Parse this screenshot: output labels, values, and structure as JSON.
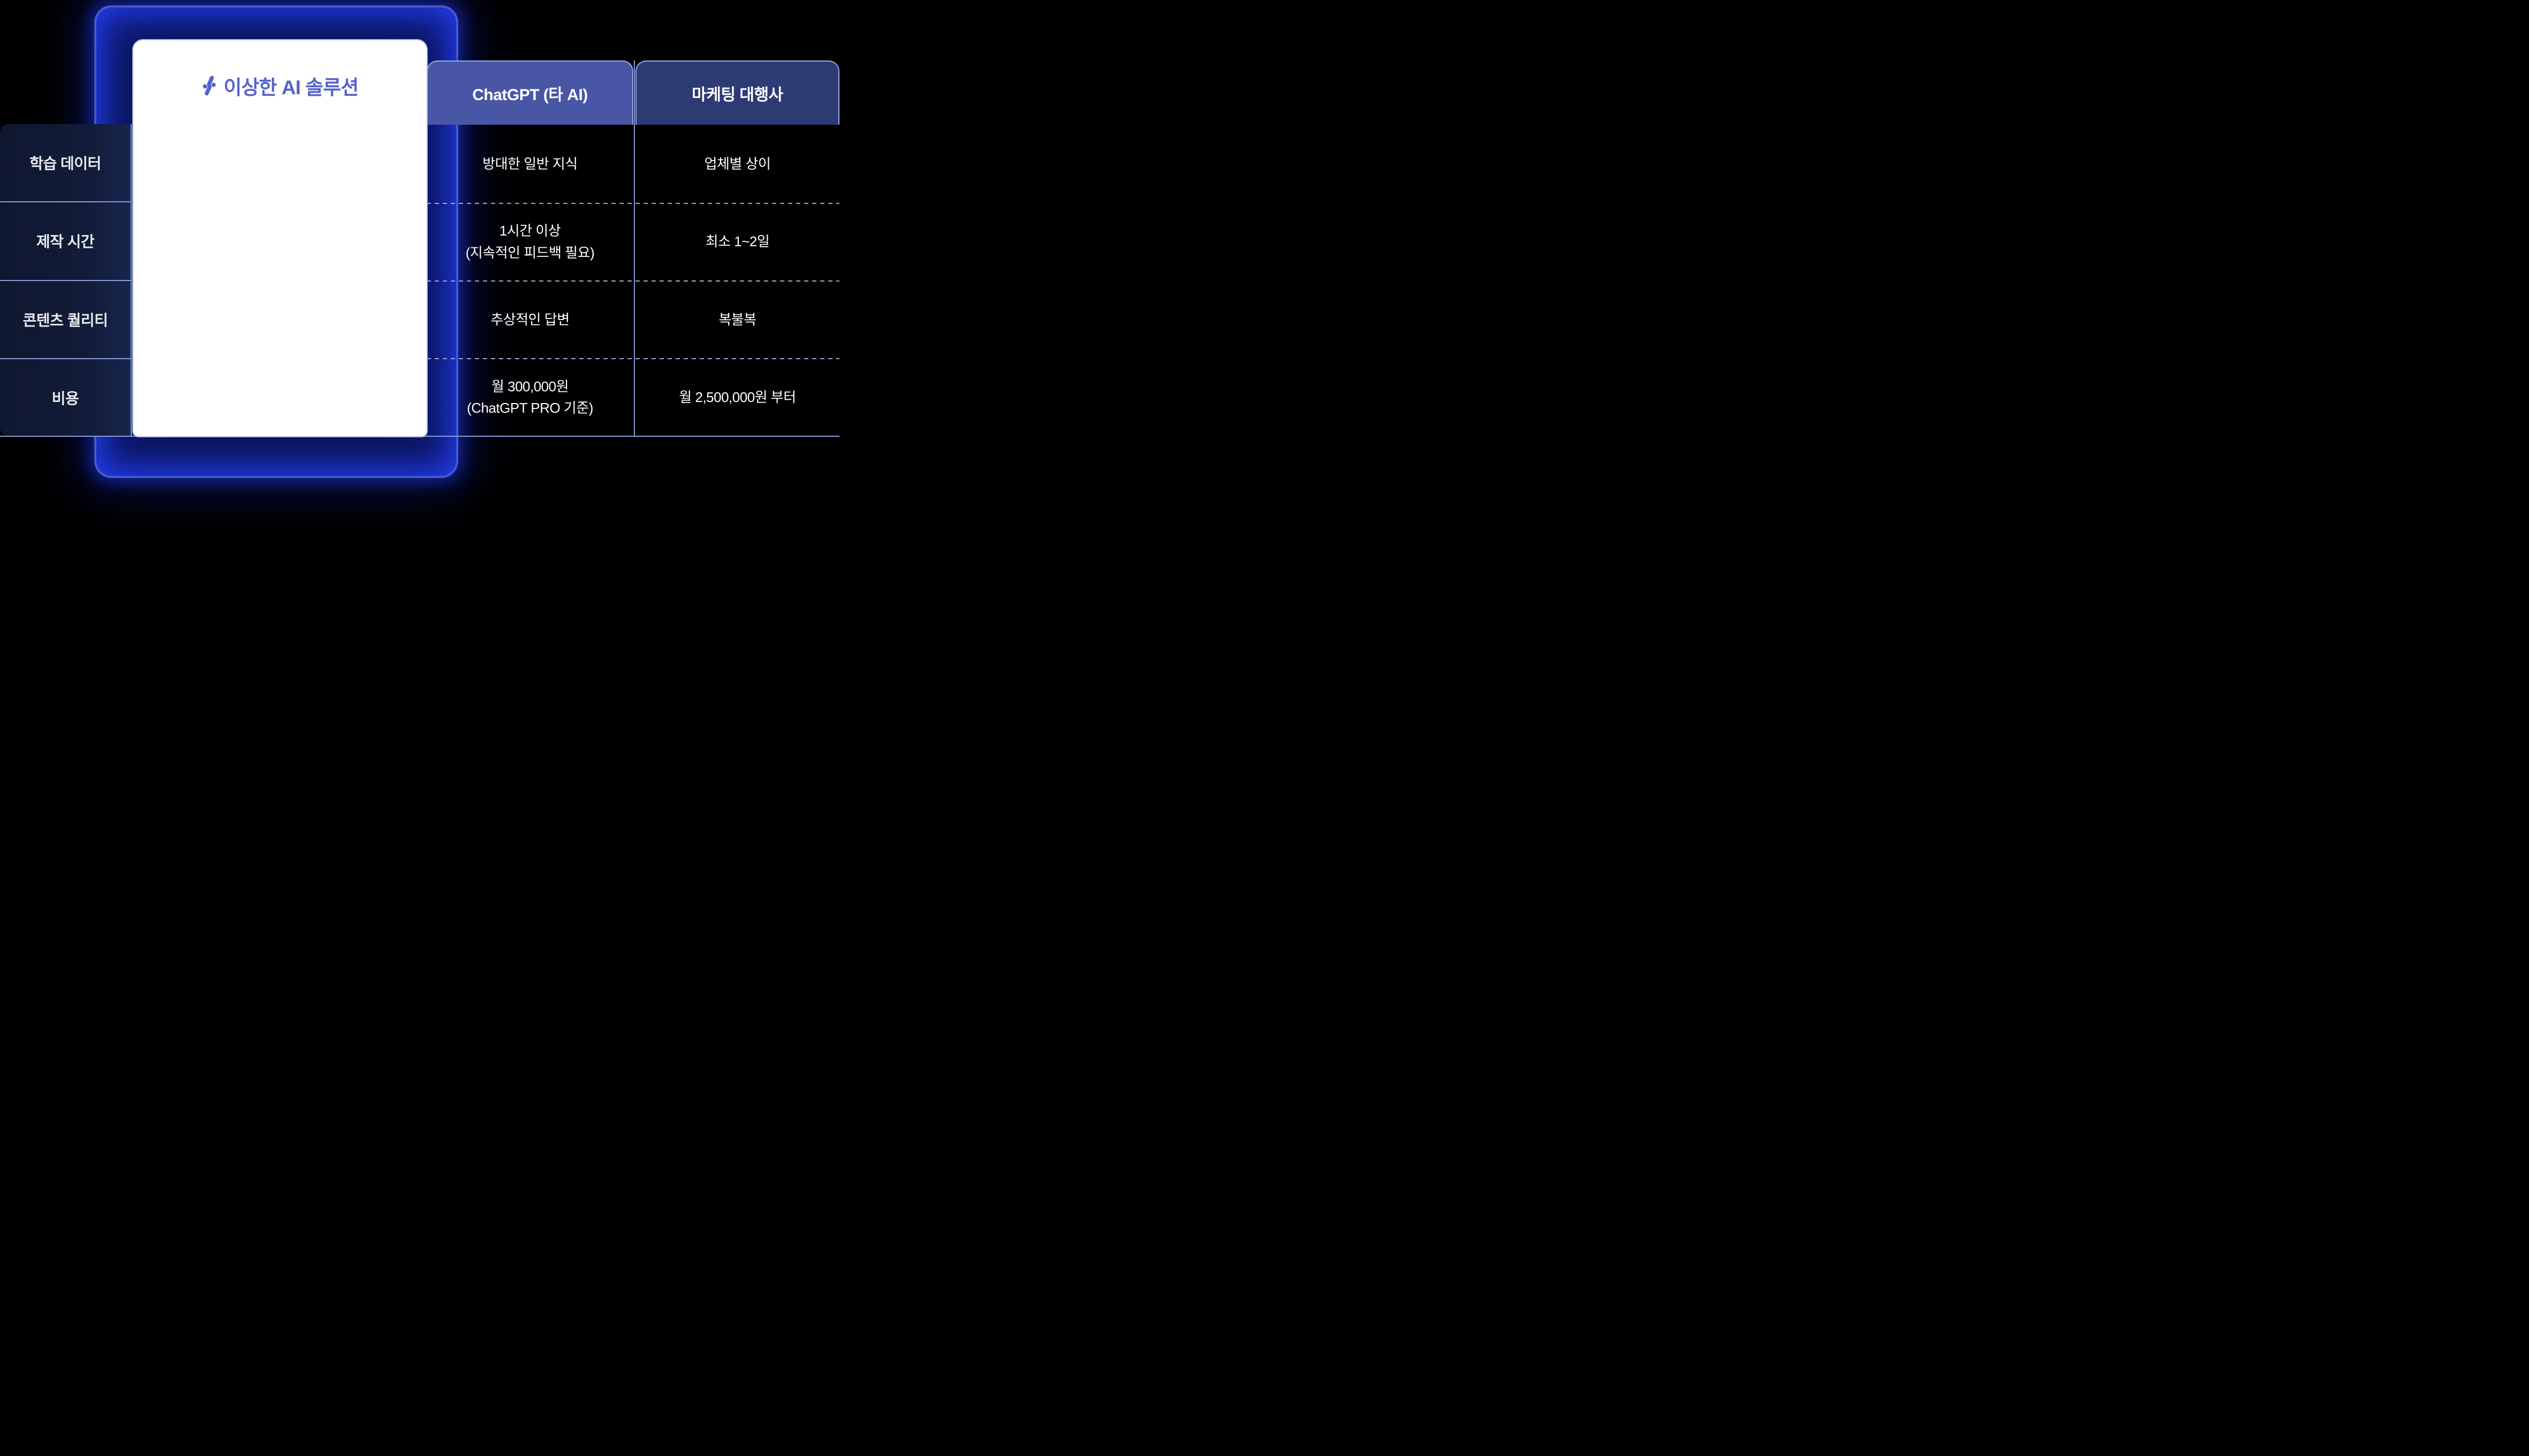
{
  "brand": {
    "logo_text": "이상한 AI 솔루션",
    "logo_color": "#5663CF"
  },
  "table": {
    "columns": [
      {
        "label": "ChatGPT (타 AI)"
      },
      {
        "label": "마케팅 대행사"
      }
    ],
    "rows": [
      {
        "label": "학습 데이터",
        "cells": {
          "chatgpt": {
            "line1": "방대한 일반 지식",
            "line2": ""
          },
          "agency": {
            "line1": "업체별 상이",
            "line2": ""
          }
        }
      },
      {
        "label": "제작 시간",
        "cells": {
          "chatgpt": {
            "line1": "1시간 이상",
            "line2": "(지속적인 피드백 필요)"
          },
          "agency": {
            "line1": "최소 1~2일",
            "line2": ""
          }
        }
      },
      {
        "label": "콘텐츠 퀄리티",
        "cells": {
          "chatgpt": {
            "line1": "추상적인 답변",
            "line2": ""
          },
          "agency": {
            "line1": "복불복",
            "line2": ""
          }
        }
      },
      {
        "label": "비용",
        "cells": {
          "chatgpt": {
            "line1": "월 300,000원",
            "line2": "(ChatGPT PRO 기준)"
          },
          "agency": {
            "line1": "월 2,500,000원 부터",
            "line2": ""
          }
        }
      }
    ]
  },
  "colors": {
    "background": "#000000",
    "brand_blue": "#5663CF",
    "panel_glow": "#2038D8",
    "panel_fill": "#0A1450",
    "header_chatgpt_bg": "#4856A5",
    "header_agency_bg": "#2D3B75",
    "label_column_bg": "#121A30",
    "solid_line": "#8C9DD8",
    "dashed_line": "#9AA8DF",
    "cell_text": "#FFFFFF",
    "label_text": "#E9EAEF"
  },
  "chart_data": {
    "type": "table",
    "title": "",
    "columns": [
      "이상한 AI 솔루션",
      "ChatGPT (타 AI)",
      "마케팅 대행사"
    ],
    "row_labels": [
      "학습 데이터",
      "제작 시간",
      "콘텐츠 퀄리티",
      "비용"
    ],
    "cells": {
      "이상한 AI 솔루션": [
        "",
        "",
        "",
        ""
      ],
      "ChatGPT (타 AI)": [
        "방대한 일반 지식",
        "1시간 이상 (지속적인 피드백 필요)",
        "추상적인 답변",
        "월 300,000원 (ChatGPT PRO 기준)"
      ],
      "마케팅 대행사": [
        "업체별 상이",
        "최소 1~2일",
        "복불복",
        "월 2,500,000원 부터"
      ]
    },
    "legend_position": "none",
    "grid": "row separators: solid in label column, dashed in value columns"
  }
}
